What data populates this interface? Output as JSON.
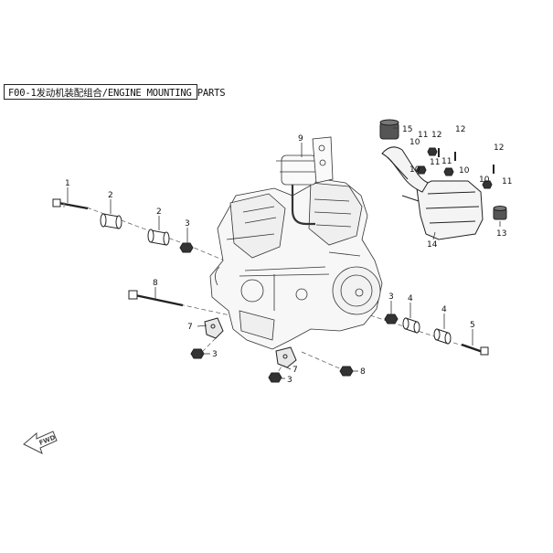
{
  "title": "F00-1发动机装配组合/ENGINE MOUNTING PARTS",
  "direction_label": "FWD",
  "callouts": [
    {
      "id": "c1",
      "label": "1"
    },
    {
      "id": "c2a",
      "label": "2"
    },
    {
      "id": "c2b",
      "label": "2"
    },
    {
      "id": "c3a",
      "label": "3"
    },
    {
      "id": "c3b",
      "label": "3"
    },
    {
      "id": "c3c",
      "label": "3"
    },
    {
      "id": "c3d",
      "label": "3"
    },
    {
      "id": "c4a",
      "label": "4"
    },
    {
      "id": "c4b",
      "label": "4"
    },
    {
      "id": "c5",
      "label": "5"
    },
    {
      "id": "c7a",
      "label": "7"
    },
    {
      "id": "c7b",
      "label": "7"
    },
    {
      "id": "c8a",
      "label": "8"
    },
    {
      "id": "c8b",
      "label": "8"
    },
    {
      "id": "c9",
      "label": "9"
    },
    {
      "id": "c10a",
      "label": "10"
    },
    {
      "id": "c10b",
      "label": "10"
    },
    {
      "id": "c10c",
      "label": "10"
    },
    {
      "id": "c10d",
      "label": "10"
    },
    {
      "id": "c11a",
      "label": "11"
    },
    {
      "id": "c11b",
      "label": "11"
    },
    {
      "id": "c11c",
      "label": "11"
    },
    {
      "id": "c11d",
      "label": "11"
    },
    {
      "id": "c12a",
      "label": "12"
    },
    {
      "id": "c12b",
      "label": "12"
    },
    {
      "id": "c12c",
      "label": "12"
    },
    {
      "id": "c13",
      "label": "13"
    },
    {
      "id": "c14",
      "label": "14"
    },
    {
      "id": "c15",
      "label": "15"
    }
  ]
}
